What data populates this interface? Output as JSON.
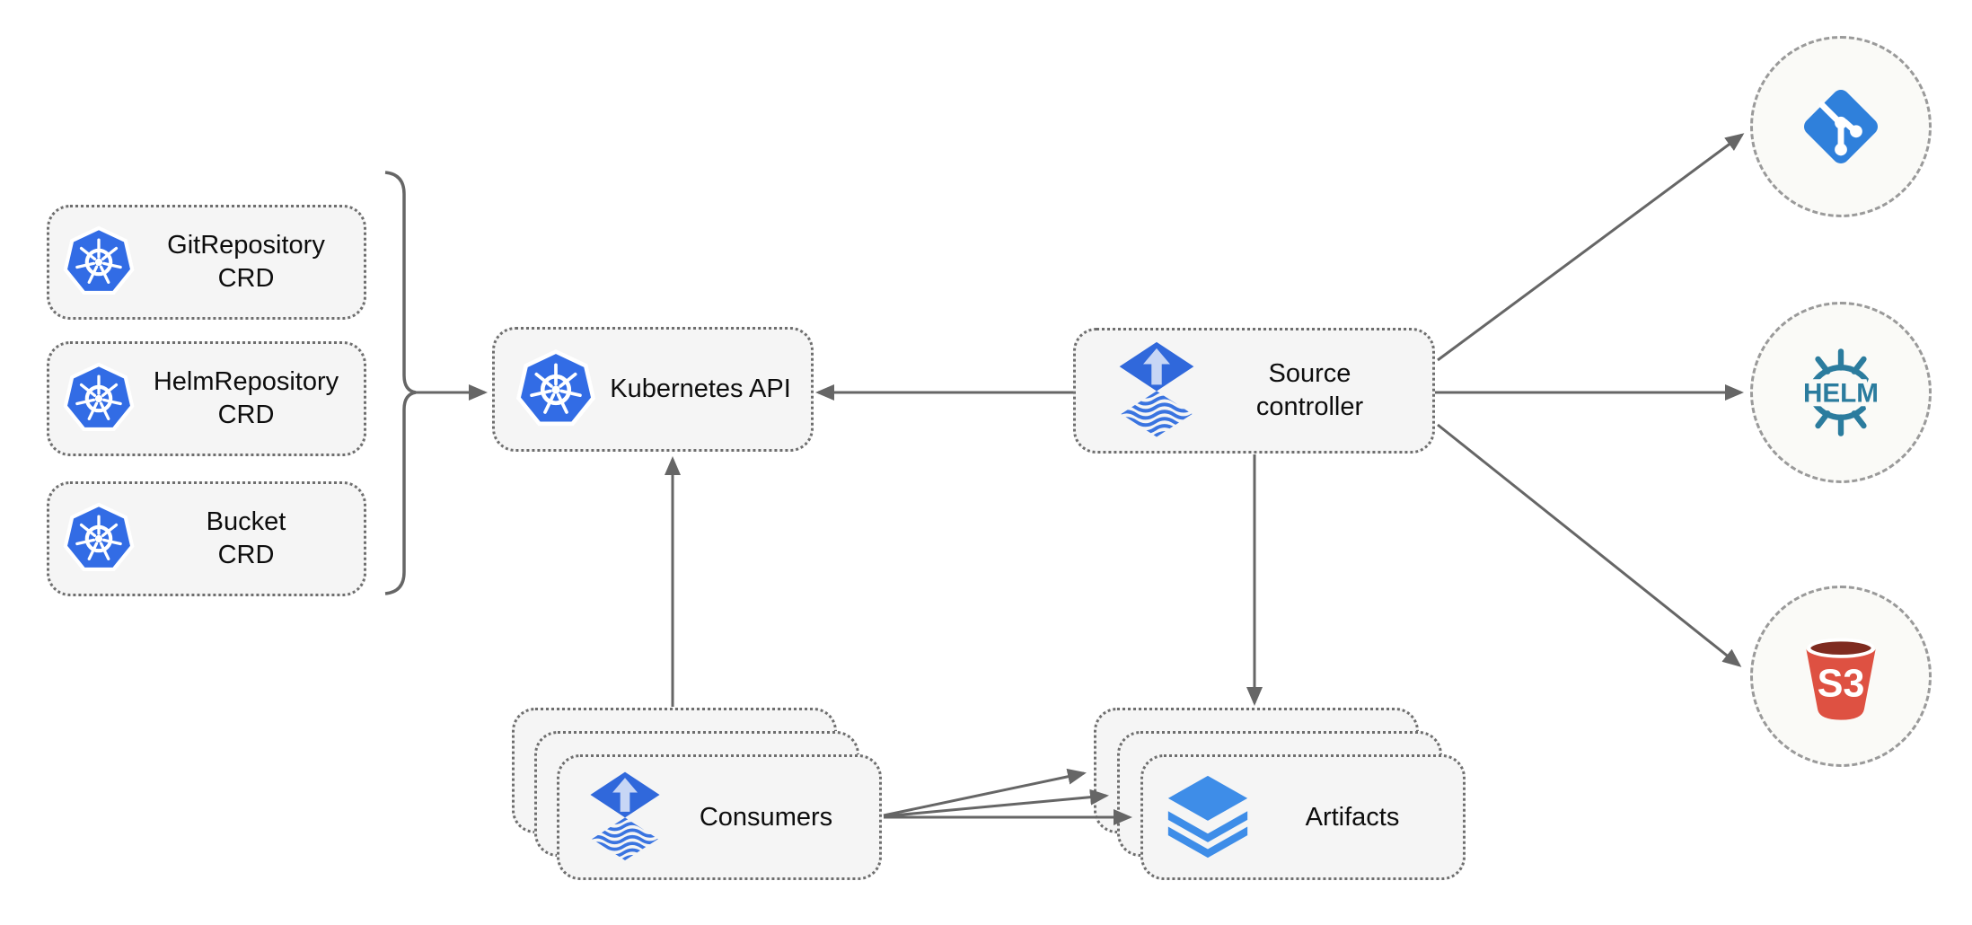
{
  "diagram": {
    "title_hint": "Flux source-controller architecture diagram",
    "crd_boxes": [
      {
        "label_line1": "GitRepository",
        "label_line2": "CRD",
        "icon": "kubernetes-icon"
      },
      {
        "label_line1": "HelmRepository",
        "label_line2": "CRD",
        "icon": "kubernetes-icon"
      },
      {
        "label_line1": "Bucket",
        "label_line2": "CRD",
        "icon": "kubernetes-icon"
      }
    ],
    "kubernetes_api": {
      "label": "Kubernetes API",
      "icon": "kubernetes-icon"
    },
    "source_controller": {
      "label_line1": "Source",
      "label_line2": "controller",
      "icon": "flux-icon"
    },
    "consumers": {
      "label": "Consumers",
      "icon": "flux-icon",
      "stacked": 3
    },
    "artifacts": {
      "label": "Artifacts",
      "icon": "layers-icon",
      "stacked": 3
    },
    "external_sources": {
      "git": {
        "icon": "git-icon"
      },
      "helm": {
        "icon": "helm-icon",
        "text": "HELM"
      },
      "s3": {
        "icon": "s3-bucket-icon",
        "text": "S3"
      }
    },
    "colors": {
      "kubernetes_blue": "#326CE5",
      "flux_blue": "#3068DB",
      "flux_arrow_light": "#C7D6F5",
      "flux_wave_blue": "#3A74E0",
      "git_blue": "#2F80DB",
      "helm_teal": "#2B7C9E",
      "s3_red": "#DE5142",
      "s3_dark_red": "#7F2B20",
      "artifacts_blue": "#3E8DE8",
      "box_fill": "#F5F5F5",
      "circle_fill": "#FAFAF7",
      "border_gray": "#6e6e6e",
      "arrow_gray": "#666666"
    }
  }
}
